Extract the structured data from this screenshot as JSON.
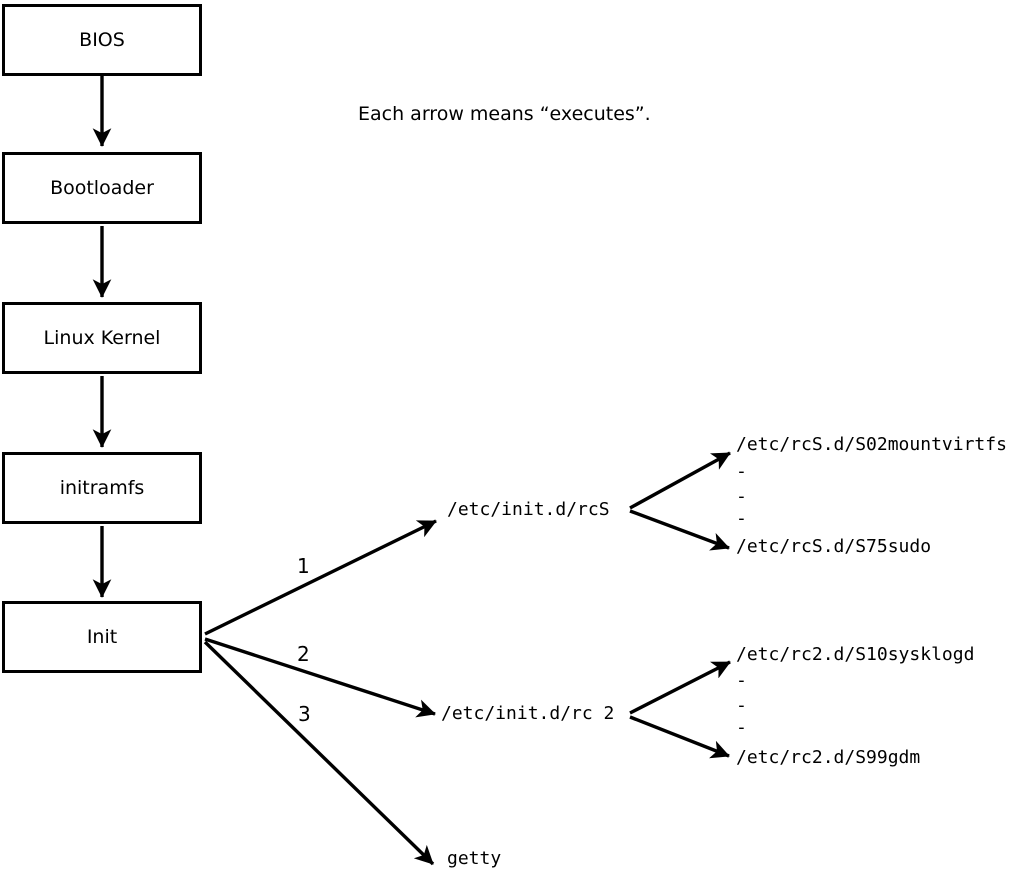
{
  "diagram": {
    "note": "Each arrow means “executes”.",
    "chain": [
      {
        "label": "BIOS"
      },
      {
        "label": "Bootloader"
      },
      {
        "label": "Linux Kernel"
      },
      {
        "label": "initramfs"
      },
      {
        "label": "Init"
      }
    ],
    "branches": [
      {
        "order": "1",
        "target": "/etc/init.d/rcS",
        "scripts": {
          "first": "/etc/rcS.d/S02mountvirtfs",
          "ellipsis": [
            "-",
            "-",
            "-"
          ],
          "last": "/etc/rcS.d/S75sudo"
        }
      },
      {
        "order": "2",
        "target": "/etc/init.d/rc 2",
        "scripts": {
          "first": "/etc/rc2.d/S10sysklogd",
          "ellipsis": [
            "-",
            "-",
            "-"
          ],
          "last": "/etc/rc2.d/S99gdm"
        }
      },
      {
        "order": "3",
        "target": "getty"
      }
    ],
    "colors": {
      "stroke": "#000000",
      "background": "#ffffff"
    }
  }
}
